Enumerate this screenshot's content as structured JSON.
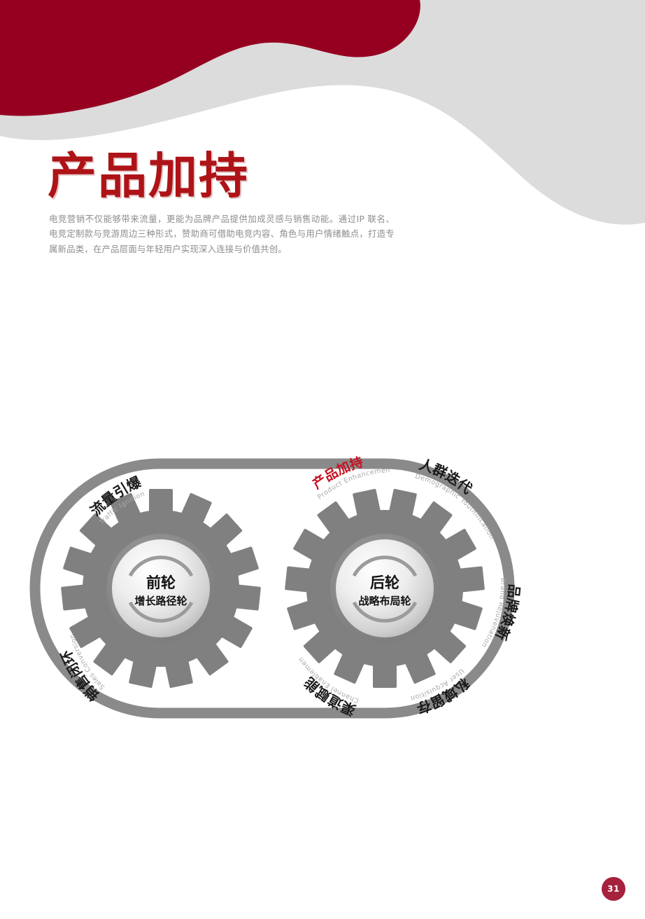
{
  "theme": {
    "banner_red": "#950020",
    "banner_gray": "#DCDCDC",
    "title_red": "#AE1317",
    "accent_red": "#C81020",
    "gear_gray": "#808080",
    "belt_gray": "#8A8A8A",
    "body_gray": "#8D8D8D",
    "badge_red": "#A6213B"
  },
  "header": {
    "title": "产品加持",
    "intro": "电竞营销不仅能够带来流量，更能为品牌产品提供加成灵感与销售动能。通过IP 联名、电竞定制款与竞游周边三种形式，赞助商可借助电竞内容、角色与用户情绪触点，打造专属新品类，在产品层面与年轻用户实现深入连接与价值共创。"
  },
  "diagram": {
    "name": "dual-gear-growth-loop",
    "front_wheel": {
      "title": "前轮",
      "subtitle": "增长路径轮"
    },
    "rear_wheel": {
      "title": "后轮",
      "subtitle": "战略布局轮"
    },
    "labels": [
      {
        "id": "traffic-ignition",
        "cn": "流量引爆",
        "en": "Traffic Ignition",
        "highlight": false
      },
      {
        "id": "product-enhancement",
        "cn": "产品加持",
        "en": "Product Enhancement",
        "highlight": true
      },
      {
        "id": "demographic-youth",
        "cn": "人群迭代",
        "en": "Demographic Youthification",
        "highlight": false
      },
      {
        "id": "brand-rejuvenation",
        "cn": "品牌焕新",
        "en": "Brand Rejuvenation",
        "highlight": false
      },
      {
        "id": "user-acquisition",
        "cn": "私域留存",
        "en": "User Acquisition",
        "highlight": false
      },
      {
        "id": "channel-enablement",
        "cn": "渠道赋能",
        "en": "Channel Enablement",
        "highlight": false
      },
      {
        "id": "sales-conversion",
        "cn": "销售闭环",
        "en": "Sales Conversion",
        "highlight": false
      }
    ]
  },
  "footer": {
    "page_number": "31"
  }
}
